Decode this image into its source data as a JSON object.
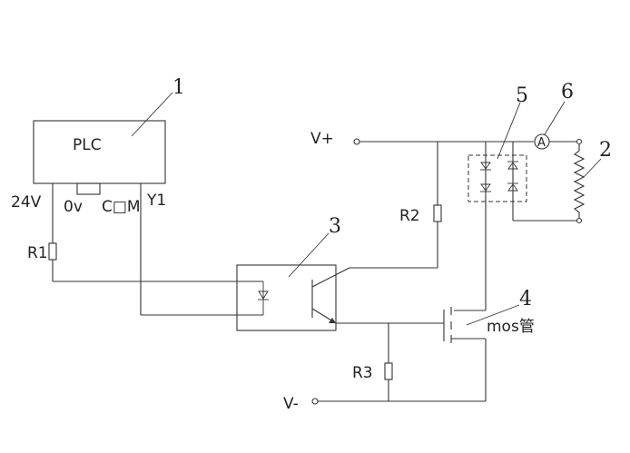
{
  "labels": {
    "plc": "PLC",
    "v24": "24V",
    "ov": "0v",
    "com": "C□M",
    "y1": "Y1",
    "r1": "R1",
    "r2": "R2",
    "r3": "R3",
    "vplus": "V+",
    "vminus": "V-",
    "mos": "mos管",
    "ammeter": "A"
  },
  "callouts": {
    "c1": "1",
    "c2": "2",
    "c3": "3",
    "c4": "4",
    "c5": "5",
    "c6": "6"
  }
}
